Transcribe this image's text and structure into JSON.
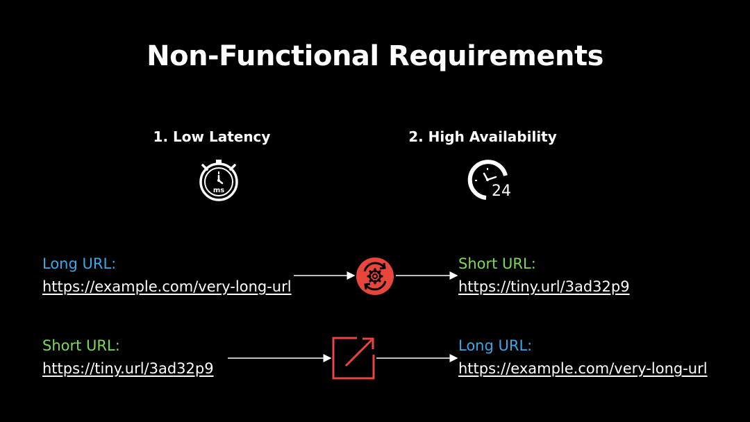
{
  "title": "Non-Functional Requirements",
  "requirements": [
    {
      "label": "1. Low Latency",
      "icon": "stopwatch-icon",
      "icon_text": "ms"
    },
    {
      "label": "2. High Availability",
      "icon": "clock-24-icon",
      "icon_text": "24"
    }
  ],
  "flows": [
    {
      "input_label": "Long URL:",
      "input_url": "https://example.com/very-long-url",
      "process_icon": "gear-refresh-icon",
      "output_label": "Short URL:",
      "output_url": "https://tiny.url/3ad32p9"
    },
    {
      "input_label": "Short URL:",
      "input_url": "https://tiny.url/3ad32p9",
      "process_icon": "redirect-icon",
      "output_label": "Long URL:",
      "output_url": "https://example.com/very-long-url"
    }
  ],
  "colors": {
    "background": "#000000",
    "long_url_label": "#3aa8e8",
    "short_url_label": "#7ed957",
    "process_accent": "#e8453c"
  }
}
